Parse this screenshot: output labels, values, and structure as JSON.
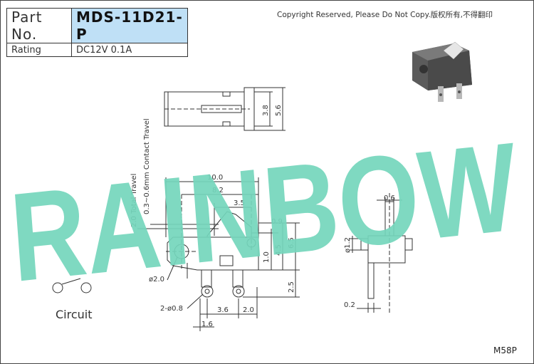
{
  "title_block": {
    "part_no_label": "Part No.",
    "part_no_value": "MDS-11D21-P",
    "rating_label": "Rating",
    "rating_value": "DC12V  0.1A"
  },
  "copyright": "Copyright Reserved, Please Do Not Copy.版权所有,不得翻印",
  "watermark": "RAINBOW",
  "model_code": "M58P",
  "circuit_label": "Circuit",
  "dimensions": {
    "top_height": "3.8",
    "top_total": "5.6",
    "total_travel": "2.0 Total Travel",
    "contact_travel": "0.3~0.6mm Contact Travel",
    "length": "10.0",
    "pitch_outer": "8.2",
    "pitch_inner": "3.5",
    "lever_gap": "0.9",
    "hole_offset": "1.0",
    "hole_height": "4.5",
    "body_height": "6.5",
    "pin_length": "2.5",
    "mount_hole": "ø2.0",
    "pin_holes": "2-ø0.8",
    "pin_pitch": "3.6",
    "pin_edge": "2.0",
    "pin_offset": "1.6",
    "side_width": "0.6",
    "side_height": "ø1.2",
    "pin_thickness": "0.2"
  },
  "colors": {
    "watermark": "#74d6bc",
    "title_highlight": "#bfe0f6",
    "line": "#333333"
  }
}
